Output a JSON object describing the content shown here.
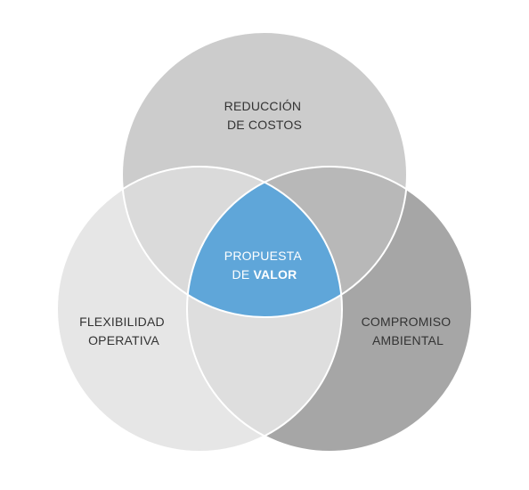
{
  "diagram": {
    "type": "venn-3",
    "colors": {
      "top_circle": "#cccccc",
      "left_circle": "#e6e6e6",
      "right_circle": "#a6a6a6",
      "top_left_overlap": "#dadada",
      "top_right_overlap": "#b8b8b8",
      "left_right_overlap": "#dedede",
      "center": "#5fa6d9",
      "outline": "#ffffff"
    },
    "sets": {
      "top": {
        "line1": "REDUCCIÓN",
        "line2": "DE COSTOS"
      },
      "left": {
        "line1": "FLEXIBILIDAD",
        "line2": "OPERATIVA"
      },
      "right": {
        "line1": "COMPROMISO",
        "line2": "AMBIENTAL"
      }
    },
    "center": {
      "line1": "PROPUESTA",
      "line2_prefix": "DE ",
      "line2_bold": "VALOR"
    }
  }
}
